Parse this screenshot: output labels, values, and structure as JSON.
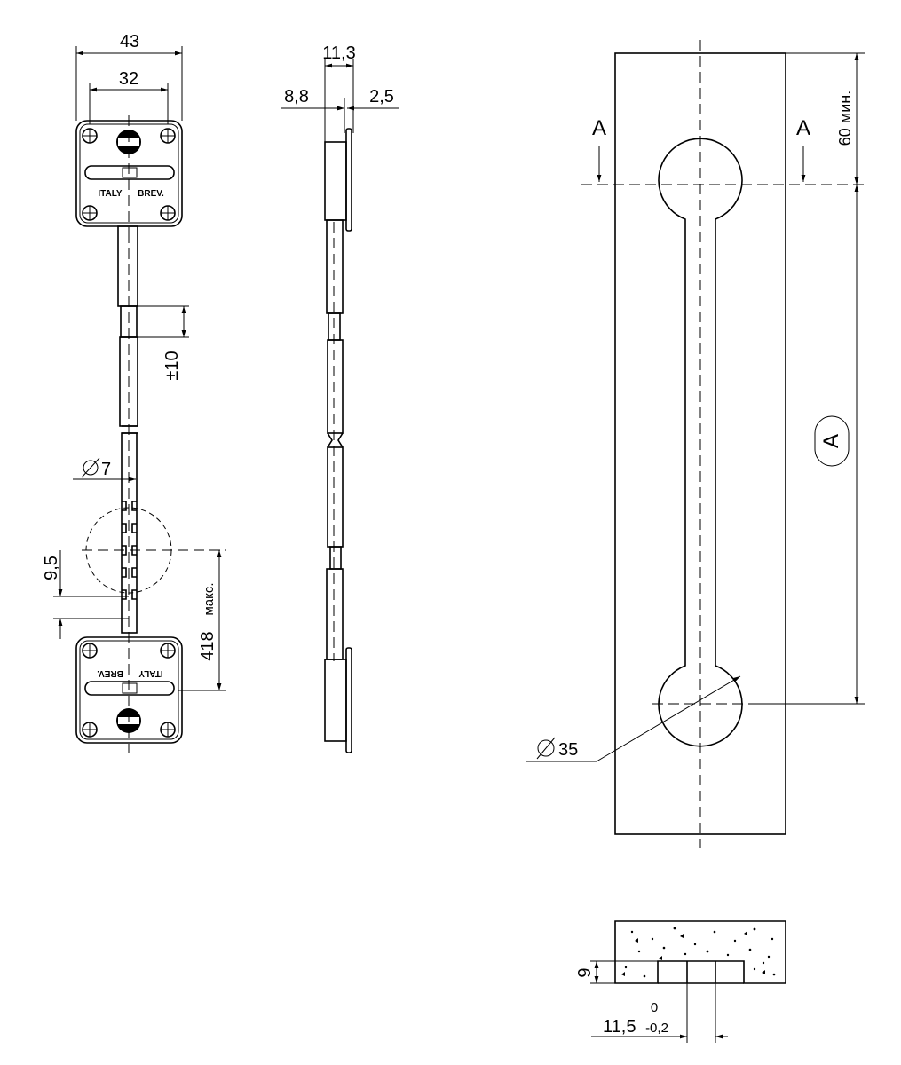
{
  "front_view": {
    "width_outer": "43",
    "width_inner": "32",
    "adjust": "±10",
    "rod_diameter": "7",
    "notch_pitch": "9,5",
    "length_max": "418",
    "length_max_suffix": "макс.",
    "plate_text_left": "ITALY",
    "plate_text_right": "BREV."
  },
  "side_view": {
    "total_depth": "11,3",
    "body_depth": "8,8",
    "plate_depth": "2,5"
  },
  "slot_view": {
    "section_mark": "A",
    "min_offset": "60 мин.",
    "length_ref": "A",
    "hole_diameter": "35"
  },
  "section_view": {
    "groove_depth": "9",
    "groove_width": "11,5",
    "tol_upper": "0",
    "tol_lower": "-0,2"
  }
}
